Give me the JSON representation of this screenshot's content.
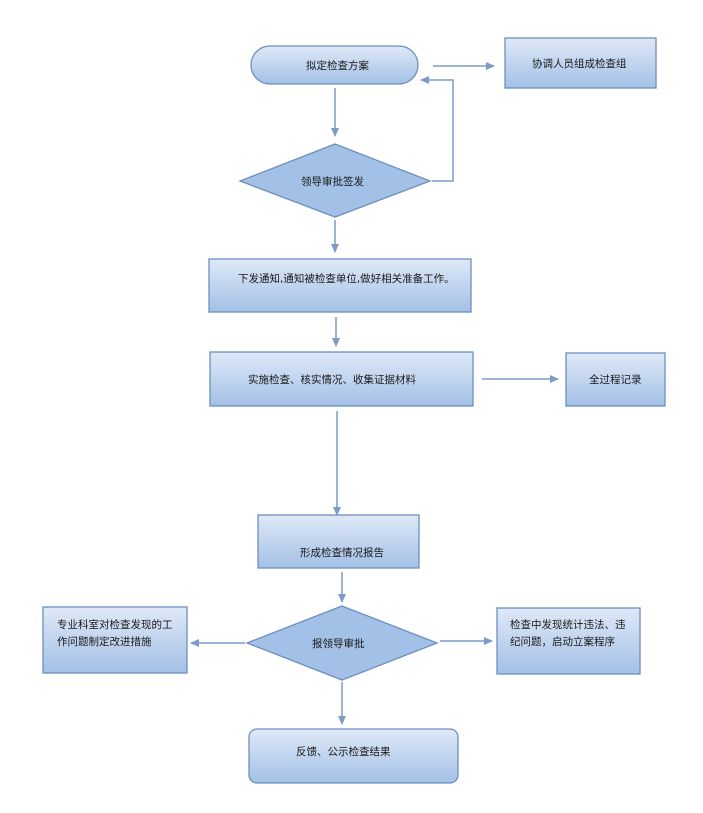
{
  "nodes": {
    "draft_plan": "拟定检查方案",
    "form_team": "协调人员组成检查组",
    "leader_approve_sign": "领导审批签发",
    "issue_notice": "下发通知,通知被检查单位,做好相关准备工作。",
    "implement_check": "实施检查、核实情况、收集证据材料",
    "full_record": "全过程记录",
    "form_report": "形成检查情况报告",
    "report_leader_approve": "报领导审批",
    "dept_improve": "专业科室对检查发现的工作问题制定改进措施",
    "violation_case": "检查中发现统计违法、违纪问题，启动立案程序",
    "feedback_publish": "反馈、公示检查结果"
  },
  "colors": {
    "box_top": "#dfe9f7",
    "box_bottom": "#a3c0e6",
    "border": "#6d8fbf",
    "arrow": "#7b9cc8"
  }
}
